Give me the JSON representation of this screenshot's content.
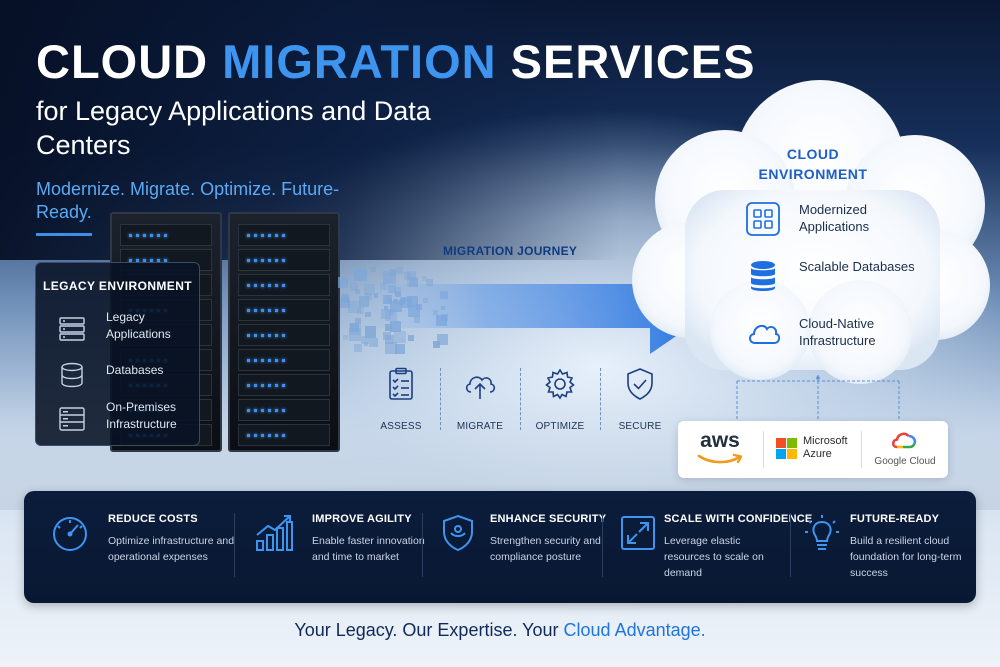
{
  "header": {
    "title_main": "CLOUD",
    "title_accent": "MIGRATION",
    "title_end": "SERVICES",
    "subtitle": "for Legacy Applications and Data Centers",
    "tagline": "Modernize. Migrate. Optimize. Future-Ready."
  },
  "legacy": {
    "title": "LEGACY ENVIRONMENT",
    "items": [
      {
        "label": "Legacy Applications",
        "icon": "server-stack-icon"
      },
      {
        "label": "Databases",
        "icon": "database-icon"
      },
      {
        "label": "On-Premises Infrastructure",
        "icon": "rack-icon"
      }
    ]
  },
  "journey": {
    "label": "MIGRATION JOURNEY",
    "steps": [
      {
        "label": "ASSESS",
        "icon": "checklist-icon"
      },
      {
        "label": "MIGRATE",
        "icon": "cloud-upload-icon"
      },
      {
        "label": "OPTIMIZE",
        "icon": "gear-icon"
      },
      {
        "label": "SECURE",
        "icon": "shield-check-icon"
      }
    ]
  },
  "cloud": {
    "title": "CLOUD ENVIRONMENT",
    "items": [
      {
        "label": "Modernized Applications",
        "icon": "grid-apps-icon"
      },
      {
        "label": "Scalable Databases",
        "icon": "database-icon"
      },
      {
        "label": "Cloud-Native Infrastructure",
        "icon": "cloud-icon"
      }
    ]
  },
  "providers": {
    "aws": "aws",
    "azure": "Microsoft Azure",
    "google": "Google Cloud"
  },
  "benefits": [
    {
      "title": "REDUCE COSTS",
      "desc": "Optimize infrastructure and operational expenses",
      "icon": "speedometer-icon"
    },
    {
      "title": "IMPROVE AGILITY",
      "desc": "Enable faster innovation and time to market",
      "icon": "growth-chart-icon"
    },
    {
      "title": "ENHANCE SECURITY",
      "desc": "Strengthen security and compliance posture",
      "icon": "shield-icon"
    },
    {
      "title": "SCALE WITH CONFIDENCE",
      "desc": "Leverage elastic resources to scale on demand",
      "icon": "expand-icon"
    },
    {
      "title": "FUTURE-READY",
      "desc": "Build a resilient cloud foundation for long-term success",
      "icon": "lightbulb-icon"
    }
  ],
  "footer": {
    "text": "Your Legacy. Our Expertise. Your",
    "accent": "Cloud Advantage."
  },
  "colors": {
    "accent_blue": "#3d95ef",
    "navy": "#0b1d3c",
    "arrow_blue": "#1f6fe0"
  }
}
